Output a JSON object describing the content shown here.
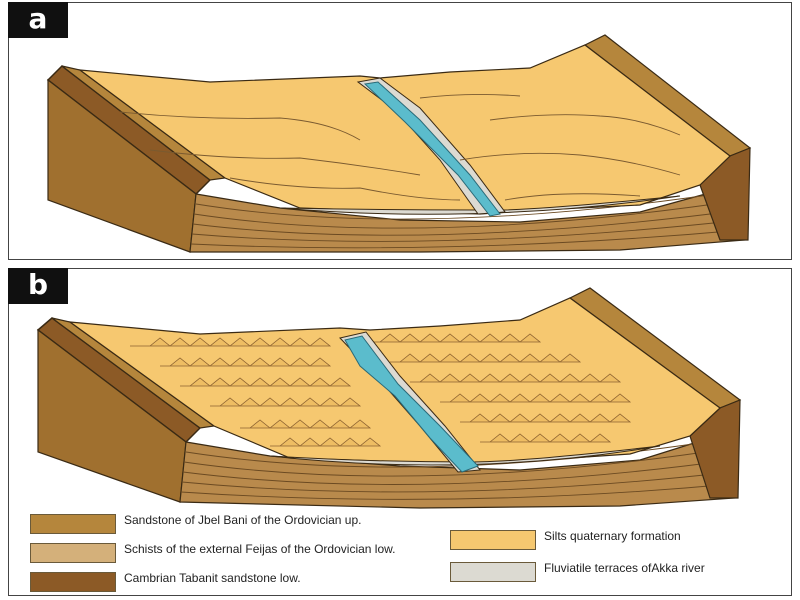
{
  "panels": {
    "a": {
      "label": "a"
    },
    "b": {
      "label": "b"
    }
  },
  "legend": [
    {
      "label": "Sandstone of Jbel Bani of the Ordovician up.",
      "color": "#b5863c"
    },
    {
      "label": "Schists of the external Feijas of the Ordovician low.",
      "color": "#d4b07a"
    },
    {
      "label": "Cambrian Tabanit sandstone low.",
      "color": "#8c5a26"
    },
    {
      "label": "Silts quaternary formation",
      "color": "#f6c870"
    },
    {
      "label": "Fluviatile terraces ofAkka river",
      "color": "#dcdad2"
    }
  ],
  "colors": {
    "silts": "#f6c870",
    "terrace": "#dcdad2",
    "river": "#5bbccc",
    "sandstone_up": "#b5863c",
    "schists": "#d4b07a",
    "cambrian": "#8c5a26",
    "outline": "#3a2a14"
  }
}
